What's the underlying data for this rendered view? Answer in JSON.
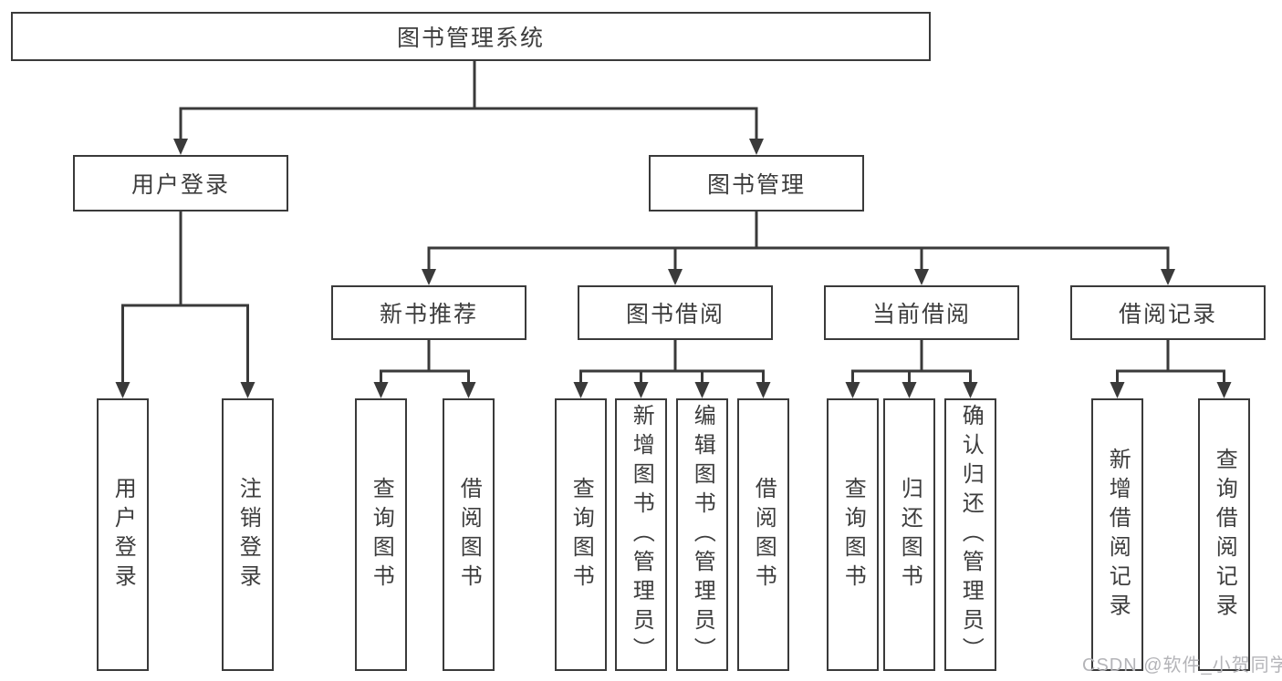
{
  "tree": {
    "root": {
      "label": "图书管理系统",
      "children": [
        {
          "label": "用户登录",
          "children": [
            {
              "label": "用户登录"
            },
            {
              "label": "注销登录"
            }
          ]
        },
        {
          "label": "图书管理",
          "children": [
            {
              "label": "新书推荐",
              "children": [
                {
                  "label": "查询图书"
                },
                {
                  "label": "借阅图书"
                }
              ]
            },
            {
              "label": "图书借阅",
              "children": [
                {
                  "label": "查询图书"
                },
                {
                  "label": "新增图书（管理员）"
                },
                {
                  "label": "编辑图书（管理员）"
                },
                {
                  "label": "借阅图书"
                }
              ]
            },
            {
              "label": "当前借阅",
              "children": [
                {
                  "label": "查询图书"
                },
                {
                  "label": "归还图书"
                },
                {
                  "label": "确认归还（管理员）"
                }
              ]
            },
            {
              "label": "借阅记录",
              "children": [
                {
                  "label": "新增借阅记录"
                },
                {
                  "label": "查询借阅记录"
                }
              ]
            }
          ]
        }
      ]
    }
  },
  "watermark": {
    "text": "CSDN @软件_小贺同学"
  },
  "colors": {
    "line": "#3a3a3a",
    "border": "#3a3a3a",
    "text": "#3d3d3d",
    "watermark": "#b4b4b8",
    "bg": "#ffffff"
  }
}
